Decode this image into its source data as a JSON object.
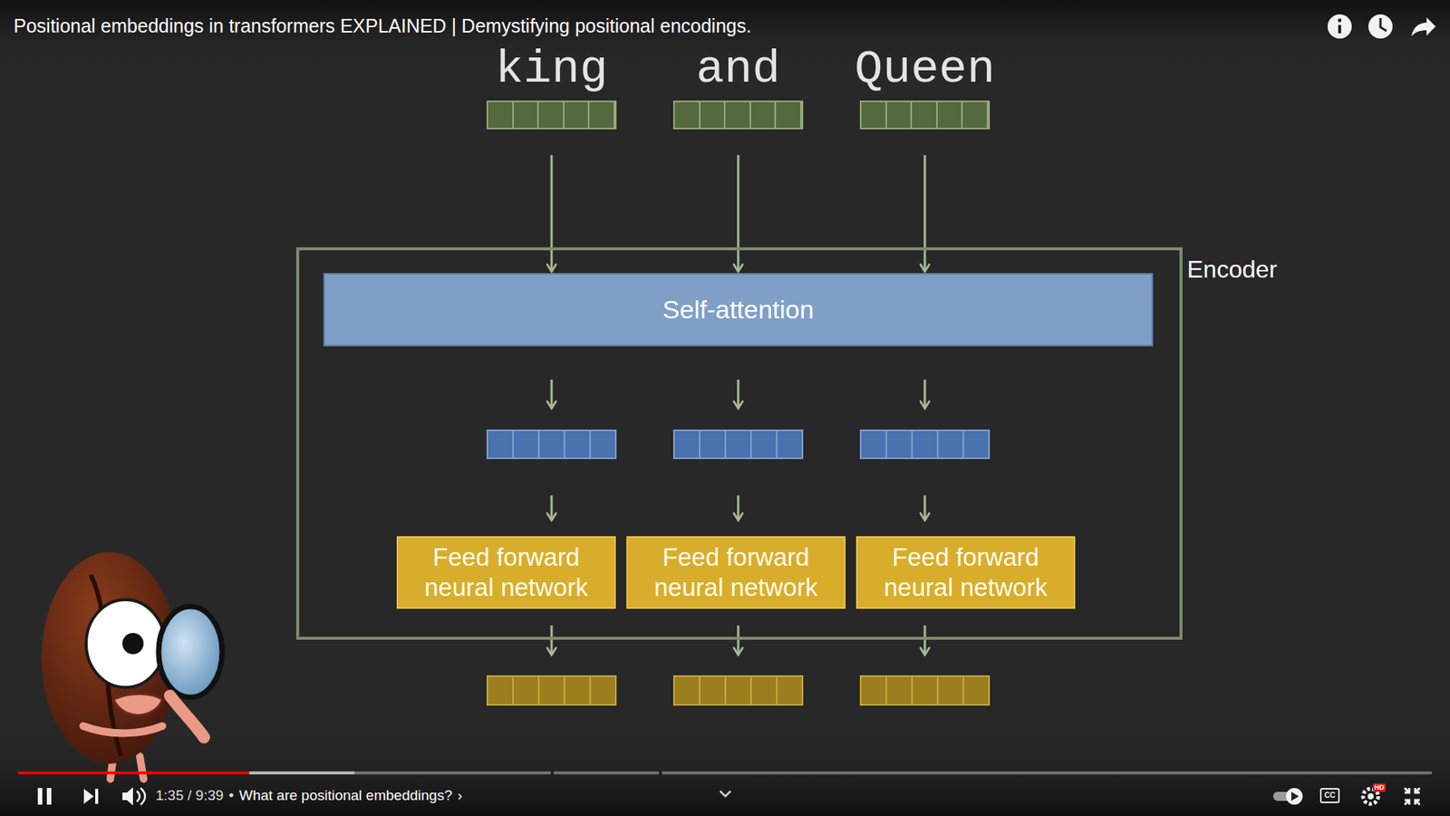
{
  "diagram": {
    "title": "Positional embeddings in transformers EXPLAINED | Demystifying positional encodings.",
    "nodes": [
      {
        "text": [
          "king"
        ]
      },
      {
        "text": [
          "and"
        ]
      },
      {
        "text": [
          "Queen"
        ]
      },
      {
        "text": [
          "Encoder"
        ]
      },
      {
        "text": [
          "Self-attention"
        ],
        "in": 3
      },
      {
        "text": [
          "Feed forward neural network"
        ],
        "in": 3
      },
      {
        "text": [
          "Feed forward neural network"
        ],
        "in": 3
      },
      {
        "text": [
          "Feed forward neural network"
        ],
        "in": 3
      }
    ],
    "edges": [
      {
        "from": 0,
        "to": 4,
        "arrow": "to"
      },
      {
        "from": 1,
        "to": 4,
        "arrow": "to"
      },
      {
        "from": 2,
        "to": 4,
        "arrow": "to"
      },
      {
        "from": 4,
        "to": 5,
        "arrow": "to"
      },
      {
        "from": 4,
        "to": 6,
        "arrow": "to"
      },
      {
        "from": 4,
        "to": 7,
        "arrow": "to"
      }
    ],
    "labels": [
      "1:35 / 9:39",
      "•",
      "What are positional embeddings?",
      "›",
      "CC",
      "HD"
    ]
  }
}
